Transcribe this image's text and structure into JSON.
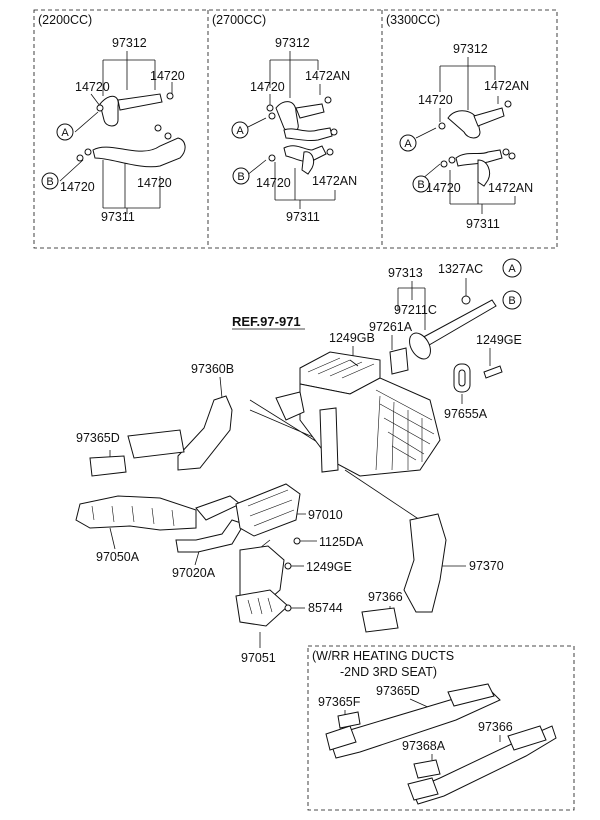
{
  "engine_boxes": [
    {
      "title": "(2200CC)",
      "top": "97312",
      "left_top": "14720",
      "right_top": "14720",
      "left_bottom": "14720",
      "right_bottom": "14720",
      "bottom": "97311",
      "marker_a": "A",
      "marker_b": "B"
    },
    {
      "title": "(2700CC)",
      "top": "97312",
      "left_top": "14720",
      "right_top": "1472AN",
      "left_bottom": "14720",
      "right_bottom": "1472AN",
      "bottom": "97311",
      "marker_a": "A",
      "marker_b": "B"
    },
    {
      "title": "(3300CC)",
      "top": "97312",
      "left_top": "14720",
      "right_top": "1472AN",
      "left_bottom": "14720",
      "right_bottom": "1472AN",
      "bottom": "97311",
      "marker_a": "A",
      "marker_b": "B"
    }
  ],
  "main_labels": {
    "p97313": "97313",
    "p1327AC": "1327AC",
    "p97211C": "97211C",
    "p97261A": "97261A",
    "ref": "REF.97-971",
    "p1249GB": "1249GB",
    "p1249GE_top": "1249GE",
    "p97655A": "97655A",
    "p97360B": "97360B",
    "p97365D": "97365D",
    "p97010": "97010",
    "p1125DA": "1125DA",
    "p97050A": "97050A",
    "p97020A": "97020A",
    "p1249GE_low": "1249GE",
    "p97370": "97370",
    "p97366": "97366",
    "p85744": "85744",
    "p97051": "97051",
    "marker_a": "A",
    "marker_b": "B"
  },
  "rr_box": {
    "title_line1": "(W/RR HEATING DUCTS",
    "title_line2": "-2ND  3RD SEAT)",
    "p97365F": "97365F",
    "p97365D": "97365D",
    "p97368A": "97368A",
    "p97366": "97366"
  }
}
